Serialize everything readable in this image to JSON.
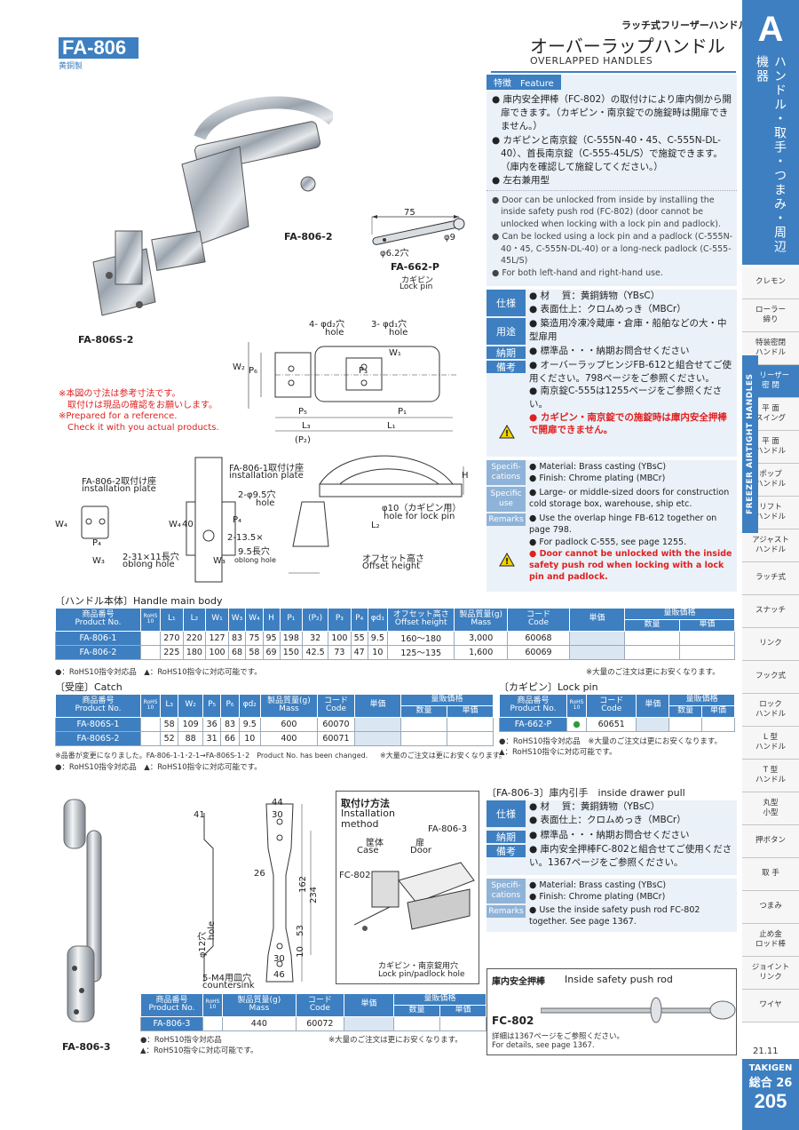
{
  "header": {
    "product_code": "FA-806",
    "material_sub": "黄銅製",
    "category_jp": "ラッチ式フリーザーハンドル",
    "title_jp": "オーバーラップハンドル",
    "title_en": "OVERLAPPED HANDLES"
  },
  "sidebar": {
    "letter": "A",
    "section_jp": "ハンドル・取手・つまみ・周辺機器",
    "section_en": "FREEZER AIRTIGHT HANDLES",
    "items": [
      {
        "label": "クレモン"
      },
      {
        "label": "ローラー\n締り"
      },
      {
        "label": "特装密閉\nハンドル"
      },
      {
        "label": "フリーザー\n密 閉",
        "active": true
      },
      {
        "label": "平 面\nスイング"
      },
      {
        "label": "平 面\nハンドル"
      },
      {
        "label": "ポップ\nハンドル"
      },
      {
        "label": "リフト\nハンドル"
      },
      {
        "label": "アジャスト\nハンドル"
      },
      {
        "label": "ラッチ式"
      },
      {
        "label": "スナッチ"
      },
      {
        "label": "リンク"
      },
      {
        "label": "フック式"
      },
      {
        "label": "ロック\nハンドル"
      },
      {
        "label": "L 型\nハンドル"
      },
      {
        "label": "T 型\nハンドル"
      },
      {
        "label": "丸型\n小型"
      },
      {
        "label": "押ボタン"
      },
      {
        "label": "取 手"
      },
      {
        "label": "つまみ"
      },
      {
        "label": "止め金\nロッド棒"
      },
      {
        "label": "ジョイント\nリンク"
      },
      {
        "label": "ワイヤ"
      }
    ],
    "date": "21.11",
    "brand": "TAKIGEN",
    "sogo": "総合 26",
    "page": "205"
  },
  "feature": {
    "tab_jp": "特徴",
    "tab_en": "Feature",
    "jp": [
      "庫内安全押棒（FC-802）の取付けにより庫内側から開扉できます。（カギピン・南京錠での施錠時は開扉できません。）",
      "カギピンと南京錠（C-555N-40・45、C-555N-DL-40）、首長南京錠（C-555-45L/S）で施錠できます。（庫内を確認して施錠してください。）",
      "左右兼用型"
    ],
    "en": [
      "Door can be unlocked from inside by installing the inside safety push rod (FC-802) (door cannot be unlocked when locking with a lock pin and padlock).",
      "Can be locked using a lock pin and a padlock (C-555N-40・45, C-555N-DL-40) or a long-neck padlock (C-555-45L/S)",
      "For both left-hand and right-hand use."
    ]
  },
  "specs": {
    "shiyo_label": "仕様",
    "shiyo": [
      "材　 質：黄銅鋳物（YBsC）",
      "表面仕上：クロムめっき（MBCr）"
    ],
    "yoto_label": "用途",
    "yoto": [
      "築造用冷凍冷蔵庫・倉庫・船舶などの大・中型扉用"
    ],
    "noki_label": "納期",
    "noki": [
      "標準品・・・納期お問合せください"
    ],
    "biko_label": "備考",
    "biko": [
      "オーバーラップヒンジFB-612と組合せてご使用ください。798ページをご参照ください。",
      "南京錠C-555は1255ページをご参照ください。"
    ],
    "warning_jp": "カギピン・南京錠での施錠時は庫内安全押棒で開扉できません。",
    "spec_en_label": "Specifi-\ncations",
    "spec_en": [
      "Material: Brass casting (YBsC)",
      "Finish: Chrome plating (MBCr)"
    ],
    "use_en_label": "Specific\nuse",
    "use_en": [
      "Large- or middle-sized doors for construction cold storage box, warehouse, ship etc."
    ],
    "remarks_label": "Remarks",
    "remarks_en": [
      "Use the overlap hinge FB-612 together on page 798.",
      "For padlock C-555, see page 1255."
    ],
    "warning_en": "Door cannot be unlocked with the inside safety push rod when locking with a lock pin and padlock."
  },
  "figures": {
    "fa806_2": "FA-806-2",
    "fa806s_2": "FA-806S-2",
    "fa662p": "FA-662-P",
    "lockpin_jp": "カギピン",
    "lockpin_en": "Lock pin",
    "pin_len": "75",
    "pin_hole": "φ6.2穴",
    "pin_dia": "φ9",
    "note_red": [
      "※本図の寸法は参考寸法です。",
      "　取付けは現品の確認をお願いします。",
      "※Prepared for a reference.",
      "　Check it with you actual products."
    ],
    "d2_hole": "4- φd₂穴",
    "d1_hole": "3- φd₁穴",
    "hole": "hole",
    "W2": "W₂",
    "P6": "P₆",
    "W1": "W₁",
    "P3": "P₃",
    "P5": "P₅",
    "P1": "P₁",
    "L3": "L₃",
    "L1": "L₁",
    "P2": "(P₂)",
    "inst_plate_806_2": "FA-806-2取付け座",
    "inst_plate_806_1": "FA-806-1取付け座",
    "installation_plate": "installation plate",
    "hole_95": "2-φ9.5穴",
    "hole_en": "hole",
    "W4": "W₄",
    "dim40": "40",
    "P4": "P₄",
    "W3": "W₃",
    "H": "H",
    "L2": "L₂",
    "oblong_2_31": "2-31×11長穴",
    "oblong_hole": "oblong hole",
    "oblong_2_13": "2-13.5×",
    "oblong_95": "9.5長穴",
    "oblong_hole2": "oblong hole",
    "lockpin_hole_jp": "φ10（カギピン用）",
    "lockpin_hole_en": "hole for lock pin",
    "offset_jp": "オフセット高さ",
    "offset_en": "Offset height"
  },
  "main_table": {
    "title": "〔ハンドル本体〕Handle main body",
    "headers": [
      "商品番号\nProduct No.",
      "RoHS\n10",
      "L₁",
      "L₂",
      "W₁",
      "W₃",
      "W₄",
      "H",
      "P₁",
      "(P₂)",
      "P₃",
      "P₄",
      "φd₁",
      "オフセット高さ\nOffset height",
      "製品質量(g)\nMass",
      "コード\nCode",
      "単価",
      "量販価格"
    ],
    "sub_headers": [
      "数量",
      "単価"
    ],
    "rows": [
      {
        "pn": "FA-806-1",
        "rohs": "",
        "L1": "270",
        "L2": "220",
        "W1": "127",
        "W3": "83",
        "W4": "75",
        "H": "95",
        "P1": "198",
        "P2": "32",
        "P3": "100",
        "P4": "55",
        "d1": "9.5",
        "offset": "160～180",
        "mass": "3,000",
        "code": "60068"
      },
      {
        "pn": "FA-806-2",
        "rohs": "",
        "L1": "225",
        "L2": "180",
        "W1": "100",
        "W3": "68",
        "W4": "58",
        "H": "69",
        "P1": "150",
        "P2": "42.5",
        "P3": "73",
        "P4": "47",
        "d1": "10",
        "offset": "125～135",
        "mass": "1,600",
        "code": "60069"
      }
    ],
    "note_left": "●：RoHS10指令対応品　▲：RoHS10指令に対応可能です。",
    "note_right": "※大量のご注文は更にお安くなります。"
  },
  "catch_table": {
    "title": "〔受座〕Catch",
    "headers": [
      "商品番号\nProduct No.",
      "RoHS\n10",
      "L₃",
      "W₂",
      "P₅",
      "P₆",
      "φd₂",
      "製品質量(g)\nMass",
      "コード\nCode",
      "単価",
      "量販価格"
    ],
    "sub_headers": [
      "数量",
      "単価"
    ],
    "rows": [
      {
        "pn": "FA-806S-1",
        "rohs": "",
        "L3": "58",
        "W2": "109",
        "P5": "36",
        "P6": "83",
        "d2": "9.5",
        "mass": "600",
        "code": "60070"
      },
      {
        "pn": "FA-806S-2",
        "rohs": "",
        "L3": "52",
        "W2": "88",
        "P5": "31",
        "P6": "66",
        "d2": "10",
        "mass": "400",
        "code": "60071"
      }
    ],
    "note1": "※品番が変更になりました。FA-806-1-1･2-1→FA-806S-1･2　Product No. has been changed.",
    "note1_right": "※大量のご注文は更にお安くなります。",
    "note2": "●：RoHS10指令対応品　▲：RoHS10指令に対応可能です。"
  },
  "lockpin_table": {
    "title": "〔カギピン〕Lock pin",
    "headers": [
      "商品番号\nProduct No.",
      "RoHS\n10",
      "コード\nCode",
      "単価",
      "量販価格"
    ],
    "sub_headers": [
      "数量",
      "単価"
    ],
    "rows": [
      {
        "pn": "FA-662-P",
        "rohs": "●",
        "code": "60651"
      }
    ],
    "note1": "●：RoHS10指令対応品　※大量のご注文は更にお安くなります。",
    "note2": "▲：RoHS10指令に対応可能です。"
  },
  "pull": {
    "label": "FA-806-3",
    "dim44": "44",
    "dim30": "30",
    "dim41": "41",
    "dim26": "26",
    "dim162": "162",
    "dim234": "234",
    "dim53": "53",
    "dim10": "10",
    "dim30b": "30",
    "dim46": "46",
    "phi12": "φ12穴",
    "phi12_en": "hole",
    "countersink_jp": "5-M4用皿穴",
    "countersink_en": "countersink",
    "install_jp": "取付け方法",
    "install_en1": "Installation",
    "install_en2": "method",
    "case_jp": "筐体",
    "case_en": "Case",
    "door_jp": "扉",
    "door_en": "Door",
    "fa806_3": "FA-806-3",
    "fc802": "FC-802",
    "lockpin_padlock_jp": "カギピン・南京錠用穴",
    "lockpin_padlock_en": "Lock pin/padlock hole"
  },
  "pull_table": {
    "headers": [
      "商品番号\nProduct No.",
      "RoHS\n10",
      "製品質量(g)\nMass",
      "コード\nCode",
      "単価",
      "量販価格"
    ],
    "sub_headers": [
      "数量",
      "単価"
    ],
    "rows": [
      {
        "pn": "FA-806-3",
        "rohs": "",
        "mass": "440",
        "code": "60072"
      }
    ],
    "note1": "●：RoHS10指令対応品",
    "note2": "▲：RoHS10指令に対応可能です。",
    "note_right": "※大量のご注文は更にお安くなります。"
  },
  "pull_specs": {
    "title": "〔FA-806-3〕庫内引手　inside drawer pull",
    "shiyo_label": "仕様",
    "shiyo": [
      "材　 質：黄銅鋳物（YBsC）",
      "表面仕上：クロムめっき（MBCr）"
    ],
    "noki_label": "納期",
    "noki": [
      "標準品・・・納期お問合せください"
    ],
    "biko_label": "備考",
    "biko": [
      "庫内安全押棒FC-802と組合せてご使用ください。1367ページをご参照ください。"
    ],
    "spec_en_label": "Specifi-\ncations",
    "spec_en": [
      "Material: Brass casting (YBsC)",
      "Finish: Chrome plating (MBCr)"
    ],
    "remarks_label": "Remarks",
    "remarks_en": [
      "Use the inside safety push rod FC-802 together. See page 1367."
    ]
  },
  "push_rod": {
    "title_jp": "庫内安全押棒",
    "title_en": "Inside safety push rod",
    "code": "FC-802",
    "note_jp": "詳細は1367ページをご参照ください。",
    "note_en": "For details, see page 1367."
  },
  "colors": {
    "accent": "#3d7fc1",
    "panel": "#eaf1f8",
    "warning": "#e02020"
  }
}
